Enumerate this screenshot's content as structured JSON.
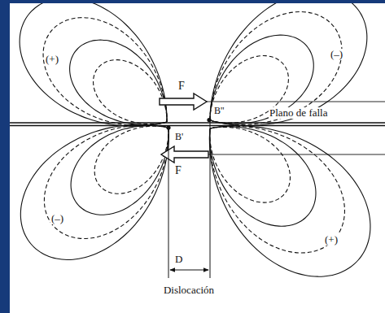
{
  "diagram": {
    "labels": [
      "(+)",
      "(–)",
      "F",
      "B''",
      "Plano de falla",
      "B'",
      "F",
      "(–)",
      "(+)",
      "D",
      "Dislocación"
    ]
  }
}
